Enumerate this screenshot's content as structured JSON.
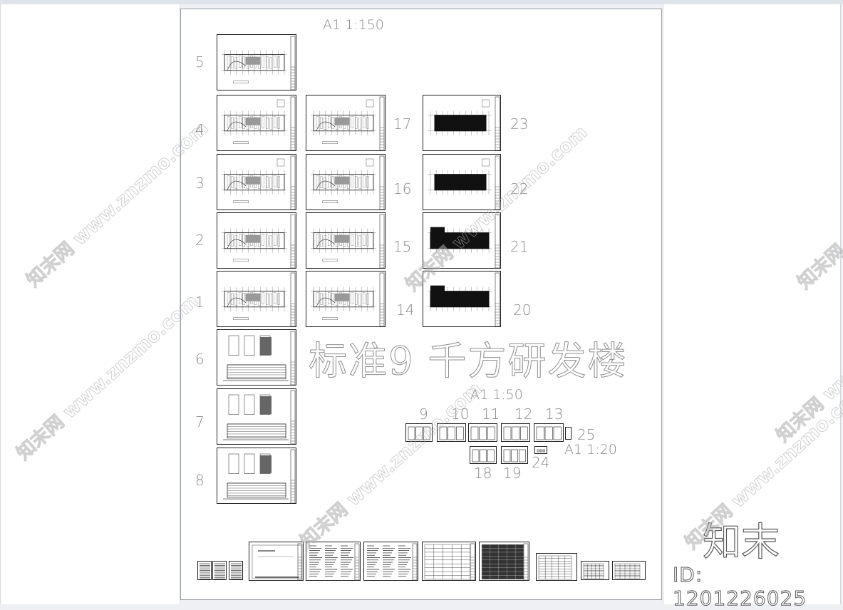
{
  "drawing": {
    "scale_a1_150": "A1  1:150",
    "scale_a1_50": "A1  1:50",
    "scale_a1_20": "A1  1:20",
    "title": "标准9 千方研发楼",
    "left_numbers": [
      "5",
      "4",
      "3",
      "2",
      "1",
      "6",
      "7",
      "8"
    ],
    "mid_numbers": [
      "17",
      "16",
      "15",
      "14"
    ],
    "right_numbers": [
      "23",
      "22",
      "21",
      "20"
    ],
    "detail_top_numbers": [
      "9",
      "10",
      "11",
      "12",
      "13"
    ],
    "detail_bottom_numbers": [
      "18",
      "19",
      "24"
    ],
    "detail_side_number": "25"
  },
  "watermark": {
    "text": "知末网 www.znzmo.com",
    "brand": "知末",
    "id_text": "ID: 1201226025"
  }
}
